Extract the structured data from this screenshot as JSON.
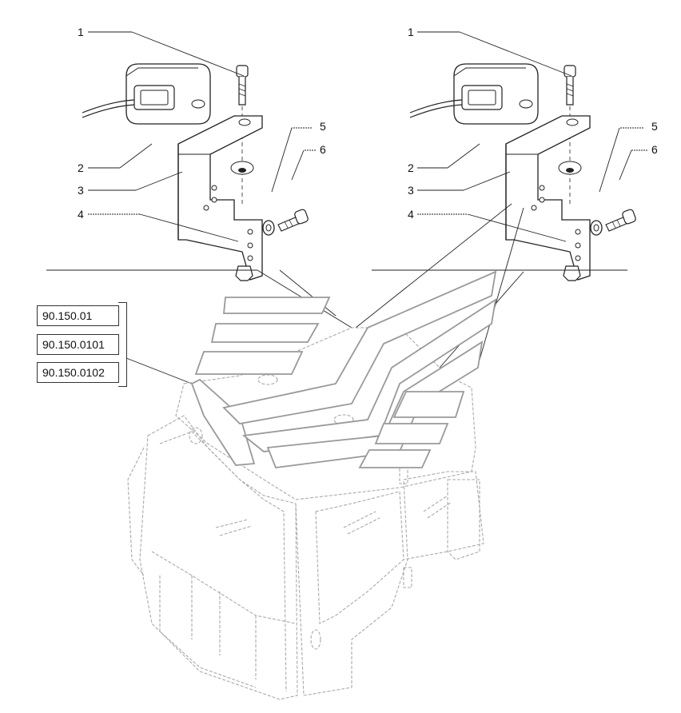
{
  "callouts_left": [
    "1",
    "2",
    "3",
    "4",
    "5",
    "6"
  ],
  "callouts_right": [
    "1",
    "2",
    "3",
    "4",
    "5",
    "6"
  ],
  "references": [
    "90.150.01",
    "90.150.0101",
    "90.150.0102"
  ],
  "colors": {
    "line": "#222222",
    "ghost": "#aaaaaa"
  }
}
